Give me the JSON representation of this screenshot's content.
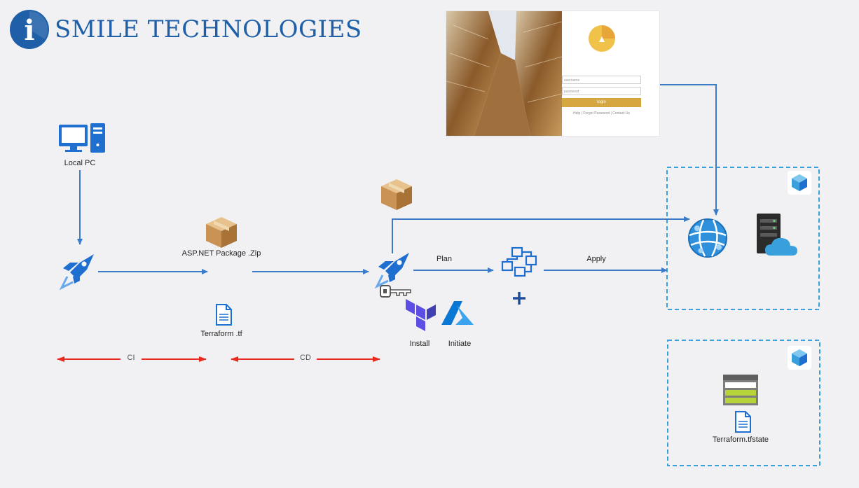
{
  "brand": {
    "letter": "i",
    "name": "SMILE TECHNOLOGIES"
  },
  "nodes": {
    "local_pc": "Local PC",
    "package": "ASP.NET Package .Zip",
    "terraform_file": "Terraform .tf",
    "install": "Install",
    "initiate": "Initiate",
    "tfstate": "Terraform.tfstate"
  },
  "edges": {
    "plan": "Plan",
    "apply": "Apply",
    "ci": "CI",
    "cd": "CD"
  },
  "login": {
    "username_placeholder": "username",
    "password_placeholder": "password",
    "button": "login",
    "links": "Help | Forgot Password | Contact Us"
  },
  "colors": {
    "flow_arrow": "#3b7bc7",
    "ci_cd_arrow": "#e8291c",
    "group_border": "#3aa0dc",
    "devops_blue": "#1f6fd1",
    "terraform_purple": "#5c4ee5",
    "azure_blue": "#0a77d4",
    "login_accent": "#d6a640"
  },
  "icons": {
    "local_pc": "desktop-computer-icon",
    "pipeline": "azure-pipelines-icon",
    "package": "package-box-icon",
    "file": "document-icon",
    "key": "key-icon",
    "terraform": "terraform-icon",
    "azure": "azure-logo-icon",
    "plan": "plan-flow-icon",
    "web_app": "web-app-globe-icon",
    "cloud_server": "cloud-server-icon",
    "resource_group": "resource-group-cube-icon",
    "storage": "storage-account-icon"
  }
}
